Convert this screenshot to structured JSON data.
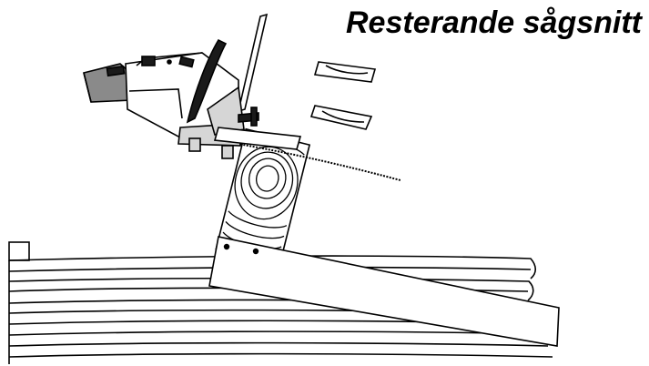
{
  "title": "Resterande sågsnitt",
  "colors": {
    "line": "#000000",
    "fill": "#ffffff",
    "dark": "#1a1a1a",
    "gray": "#8a8a8a",
    "light_gray": "#d6d6d6"
  },
  "parts": [
    "chainsaw",
    "saw-bar",
    "saw-chain",
    "log-cross-section",
    "guide-beam",
    "stacked-boards",
    "cut-slices"
  ]
}
